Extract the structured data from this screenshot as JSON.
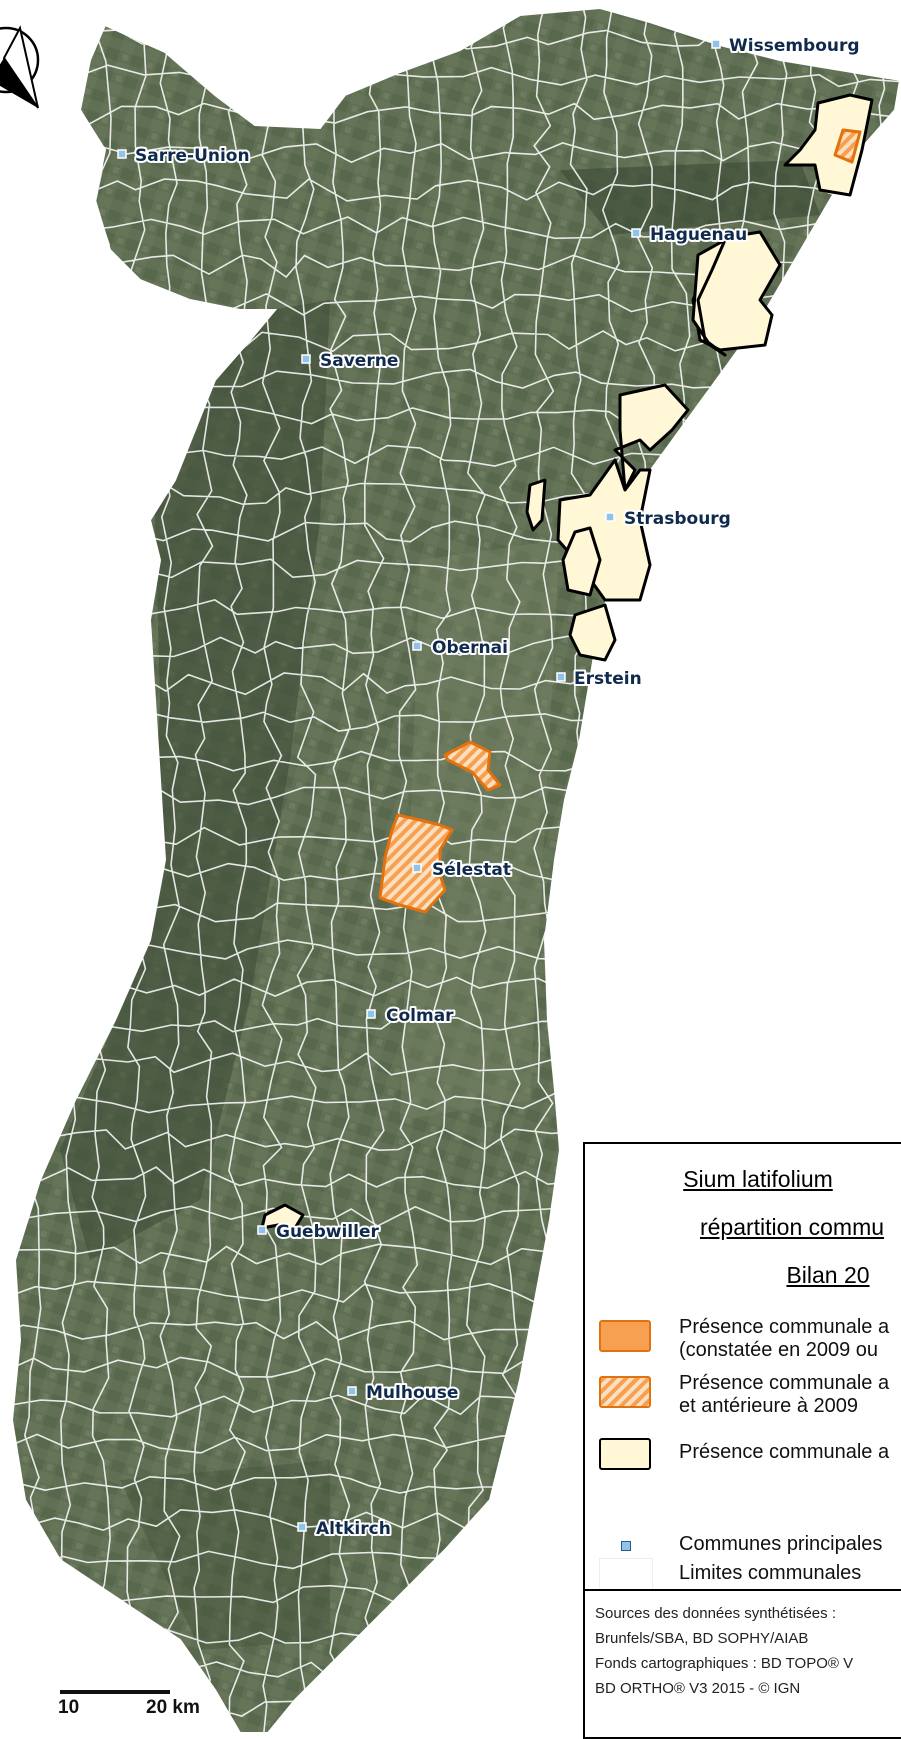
{
  "cities": [
    {
      "name": "Wissembourg"
    },
    {
      "name": "Sarre-Union"
    },
    {
      "name": "Haguenau"
    },
    {
      "name": "Saverne"
    },
    {
      "name": "Strasbourg"
    },
    {
      "name": "Obernai"
    },
    {
      "name": "Erstein"
    },
    {
      "name": "Sélestat"
    },
    {
      "name": "Colmar"
    },
    {
      "name": "Guebwiller"
    },
    {
      "name": "Mulhouse"
    },
    {
      "name": "Altkirch"
    }
  ],
  "legend": {
    "title_line1": "Sium latifolium",
    "title_line2": "répartition commu",
    "title_line3": "Bilan 20",
    "items": [
      {
        "line1": "Présence communale a",
        "line2": "(constatée en 2009 ou"
      },
      {
        "line1": "Présence communale a",
        "line2": "et antérieure à 2009"
      },
      {
        "line1": "Présence communale a"
      },
      {
        "line1": "Communes principales"
      },
      {
        "line1": "Limites communales"
      }
    ]
  },
  "sources": {
    "line1": "Sources des données synthétisées :",
    "line2": "Brunfels/SBA, BD SOPHY/AIAB",
    "line3": "Fonds cartographiques : BD TOPO® V",
    "line4": "BD ORTHO® V3 2015 - © IGN"
  },
  "scale": {
    "label_10": "10",
    "label_20": "20  km"
  },
  "colors": {
    "presence_recent_fill": "#f7a052",
    "presence_recent_stroke": "#e2720f",
    "presence_old_fill": "#fff7d6",
    "territory": "#5b6a4e",
    "commune_lines": "#ffffff",
    "city_marker": "#8fc3e8",
    "city_label": "#0f2a4d"
  }
}
